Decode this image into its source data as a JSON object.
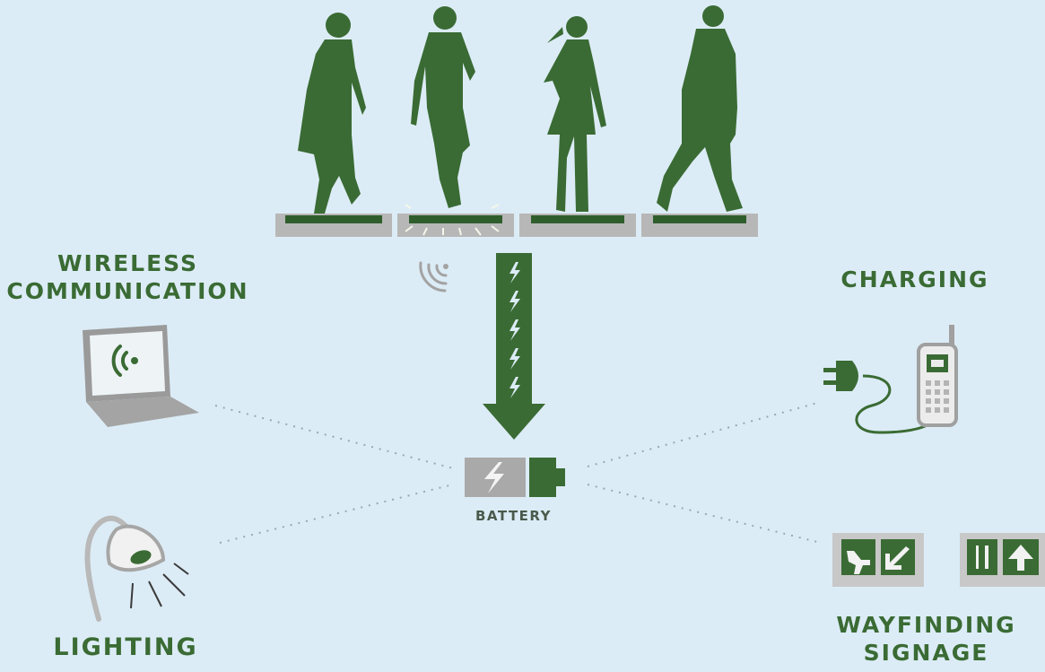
{
  "labels": {
    "wireless_line1": "WIRELESS",
    "wireless_line2": "COMMUNICATION",
    "charging": "CHARGING",
    "battery": "BATTERY",
    "lighting": "LIGHTING",
    "wayfinding_line1": "WAYFINDING",
    "wayfinding_line2": "SIGNAGE"
  },
  "icons": [
    "person-icon",
    "floor-tile-icon",
    "signal-waves-icon",
    "energy-arrow-icon",
    "battery-icon",
    "laptop-icon",
    "wifi-icon",
    "plug-icon",
    "phone-icon",
    "lamp-icon",
    "airplane-sign-icon",
    "arrow-sign-icon",
    "restaurant-sign-icon"
  ],
  "colors": {
    "background": "#dcecf6",
    "green": "#3a6b34",
    "dark_green": "#2f5e2c",
    "tile_grey": "#b7b7b7",
    "device_grey": "#9a9a9a",
    "text_dark": "#4a5a4c"
  }
}
